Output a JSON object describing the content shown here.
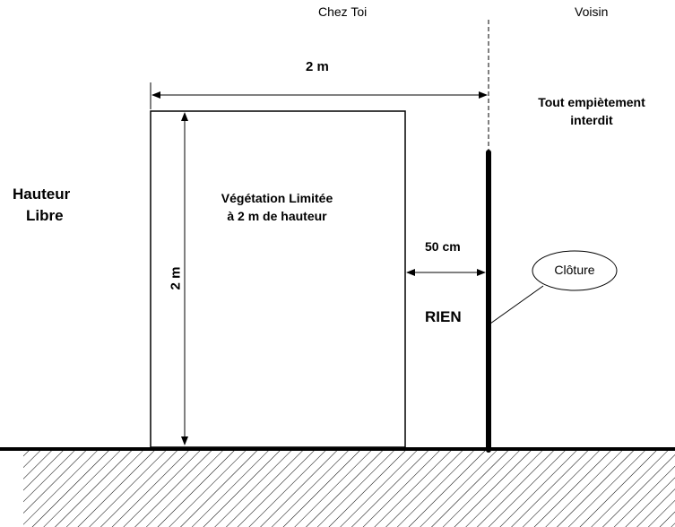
{
  "diagram": {
    "labels": {
      "chez_toi": "Chez Toi",
      "voisin": "Voisin",
      "width_dim": "2 m",
      "height_dim": "2 m",
      "gap_dim": "50 cm",
      "tout_line1": "Tout empiètement",
      "tout_line2": "interdit",
      "hauteur_line1": "Hauteur",
      "hauteur_line2": "Libre",
      "veg_line1": "Végétation Limitée",
      "veg_line2": "à 2 m de hauteur",
      "rien": "RIEN",
      "cloture": "Clôture"
    },
    "colors": {
      "line": "#000000",
      "background": "#ffffff"
    }
  }
}
